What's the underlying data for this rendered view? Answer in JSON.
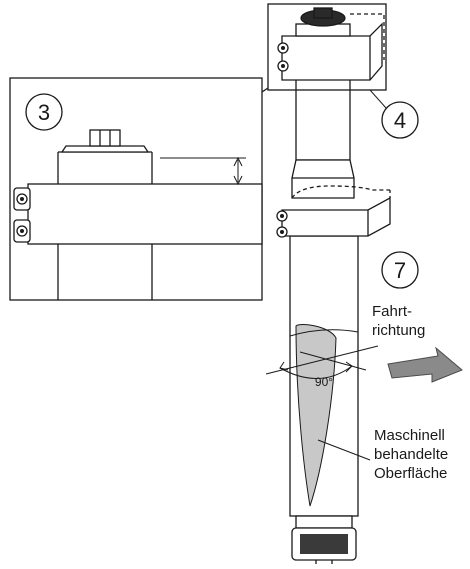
{
  "callouts": {
    "detail_number": "3",
    "upper_clamp_number": "4",
    "lower_clamp_number": "7"
  },
  "labels": {
    "direction_line1": "Fahrt-",
    "direction_line2": "richtung",
    "angle": "90°",
    "surface_line1": "Maschinell",
    "surface_line2": "behandelte",
    "surface_line3": "Oberfläche"
  },
  "colors": {
    "line": "#1a1a1a",
    "surface_fill": "#c8c8c8",
    "arrow_fill": "#8a8a8a",
    "background": "#ffffff"
  }
}
